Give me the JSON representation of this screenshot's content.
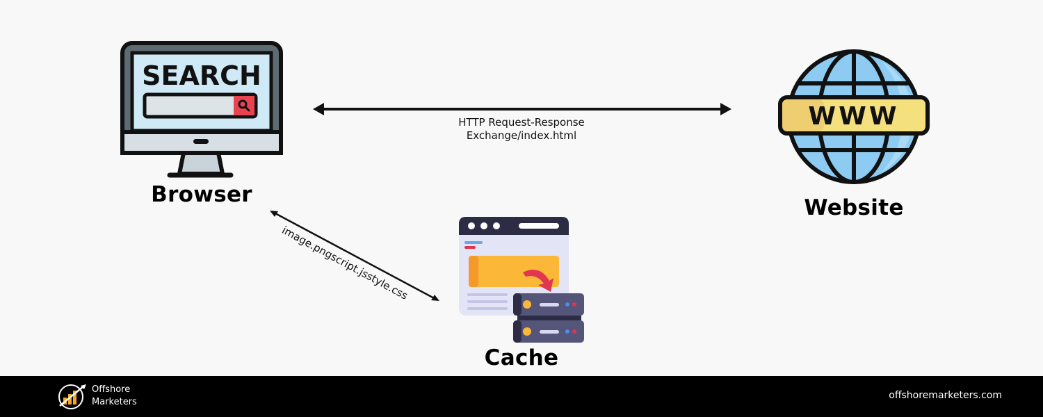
{
  "diagram": {
    "nodes": [
      {
        "id": "browser",
        "label": "Browser",
        "icon": "monitor-search-icon",
        "screen_text": "SEARCH"
      },
      {
        "id": "website",
        "label": "Website",
        "icon": "globe-www-icon",
        "banner_text": "WWW"
      },
      {
        "id": "cache",
        "label": "Cache",
        "icon": "browser-window-server-icon"
      }
    ],
    "edges": [
      {
        "from": "browser",
        "to": "website",
        "direction": "bidirectional",
        "label_line1": "HTTP Request-Response",
        "label_line2": "Exchange/index.html"
      },
      {
        "from": "browser",
        "to": "cache",
        "direction": "bidirectional",
        "label": "image.pngscript.jsstyle.css"
      }
    ]
  },
  "footer": {
    "brand_line1": "Offshore",
    "brand_line2": "Marketers",
    "url": "offshoremarketers.com"
  },
  "colors": {
    "background": "#f8f8f8",
    "footer": "#000000",
    "monitor_frame": "#5f6b73",
    "screen": "#cfe9f7",
    "search_button": "#e8434f",
    "globe": "#8ecbf2",
    "www_banner": "#f5e07e",
    "cache_window": "#e4e4f7",
    "cache_bar": "#2c2c44",
    "cache_highlight": "#fbb838",
    "server": "#55557a",
    "arrow_red": "#e0364f"
  }
}
